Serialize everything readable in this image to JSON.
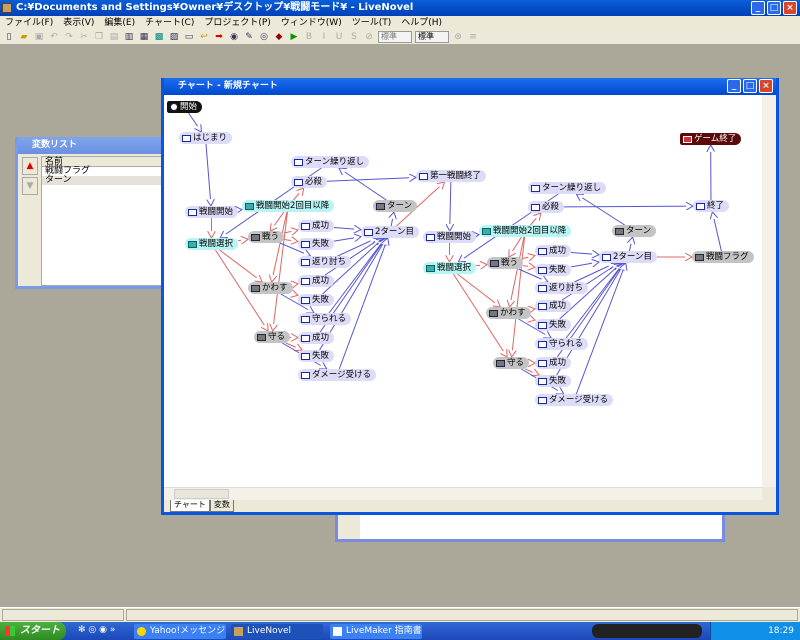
{
  "app": {
    "title": "C:¥Documents and Settings¥Owner¥デスクトップ¥戦闘モード¥ - LiveNovel"
  },
  "menu": [
    "ファイル(F)",
    "表示(V)",
    "編集(E)",
    "チャート(C)",
    "プロジェクト(P)",
    "ウィンドウ(W)",
    "ツール(T)",
    "ヘルプ(H)"
  ],
  "toolbar": {
    "font_size_select": "標準",
    "font_select": "標準"
  },
  "variable_list": {
    "title": "変数リスト",
    "column": "名前",
    "rows": [
      "戦闘フラグ",
      "ターン"
    ]
  },
  "chart_window": {
    "title": "チャート - 新規チャート",
    "tabs": [
      "チャート",
      "変数"
    ]
  },
  "nodes": [
    {
      "label": "開始",
      "type": "start"
    },
    {
      "label": "はじまり",
      "type": "book"
    },
    {
      "label": "ターン繰り返し",
      "type": "book"
    },
    {
      "label": "必殺",
      "type": "book"
    },
    {
      "label": "戦闘開始",
      "type": "book"
    },
    {
      "label": "戦闘開始2回目以降",
      "type": "branch"
    },
    {
      "label": "戦闘選択",
      "type": "branch"
    },
    {
      "label": "戦う",
      "type": "calc"
    },
    {
      "label": "成功",
      "type": "book"
    },
    {
      "label": "失敗",
      "type": "book"
    },
    {
      "label": "返り討ち",
      "type": "book"
    },
    {
      "label": "かわす",
      "type": "calc"
    },
    {
      "label": "成功",
      "type": "book"
    },
    {
      "label": "失敗",
      "type": "book"
    },
    {
      "label": "守られる",
      "type": "book"
    },
    {
      "label": "守る",
      "type": "calc"
    },
    {
      "label": "成功",
      "type": "book"
    },
    {
      "label": "失敗",
      "type": "book"
    },
    {
      "label": "ダメージ受ける",
      "type": "book"
    },
    {
      "label": "ターン",
      "type": "calc"
    },
    {
      "label": "2ターン目",
      "type": "book"
    },
    {
      "label": "第一戦闘終了",
      "type": "book"
    },
    {
      "label": "ターン繰り返し",
      "type": "book"
    },
    {
      "label": "必殺",
      "type": "book"
    },
    {
      "label": "戦闘開始",
      "type": "book"
    },
    {
      "label": "戦闘開始2回目以降",
      "type": "branch"
    },
    {
      "label": "戦闘選択",
      "type": "branch"
    },
    {
      "label": "戦う",
      "type": "calc"
    },
    {
      "label": "成功",
      "type": "book"
    },
    {
      "label": "失敗",
      "type": "book"
    },
    {
      "label": "返り討ち",
      "type": "book"
    },
    {
      "label": "かわす",
      "type": "calc"
    },
    {
      "label": "成功",
      "type": "book"
    },
    {
      "label": "失敗",
      "type": "book"
    },
    {
      "label": "守られる",
      "type": "book"
    },
    {
      "label": "守る",
      "type": "calc"
    },
    {
      "label": "成功",
      "type": "book"
    },
    {
      "label": "失敗",
      "type": "book"
    },
    {
      "label": "ダメージ受ける",
      "type": "book"
    },
    {
      "label": "ターン",
      "type": "calc"
    },
    {
      "label": "2ターン目",
      "type": "book"
    },
    {
      "label": "戦闘フラグ",
      "type": "calc"
    },
    {
      "label": "終了",
      "type": "book"
    },
    {
      "label": "ゲーム終了",
      "type": "end"
    }
  ],
  "colors": {
    "flow": "#5555d5",
    "branch": "#e06464"
  },
  "taskbar": {
    "start": "スタート",
    "tasks": [
      "Yahoo!メッセンジャー",
      "LiveNovel",
      "LiveMaker 指南書 - ..."
    ],
    "clock": "18:29"
  }
}
